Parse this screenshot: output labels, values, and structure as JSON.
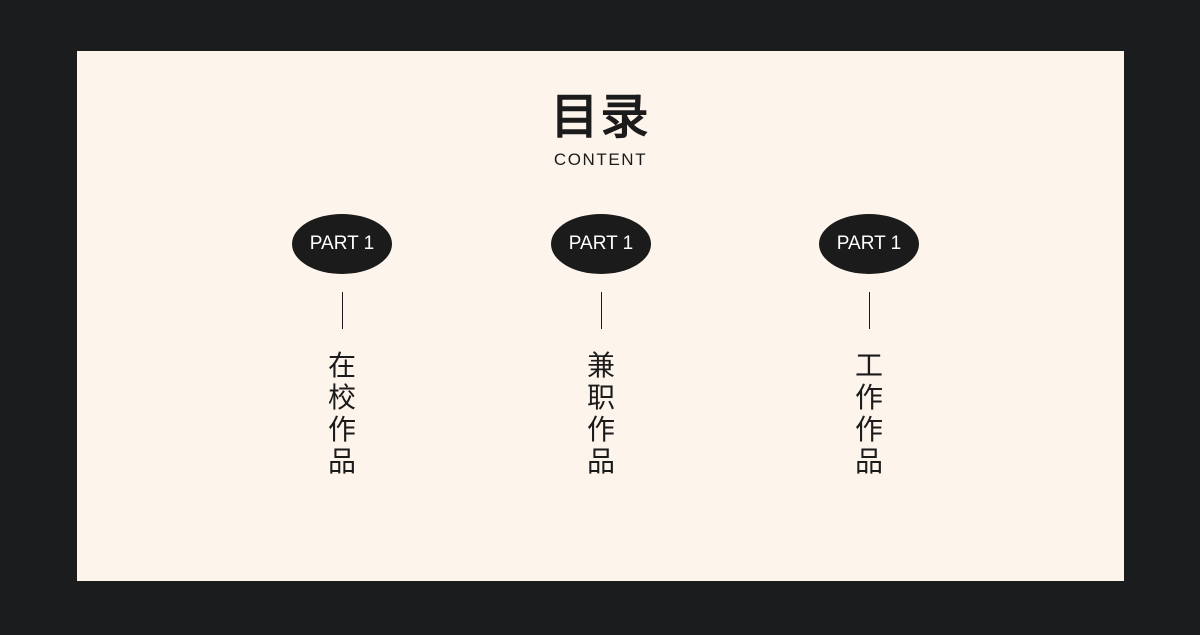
{
  "page": {
    "title": "目录",
    "subtitle": "CONTENT"
  },
  "sections": [
    {
      "part_label": "PART 1",
      "chars": [
        "在",
        "校",
        "作",
        "品"
      ]
    },
    {
      "part_label": "PART 1",
      "chars": [
        "兼",
        "职",
        "作",
        "品"
      ]
    },
    {
      "part_label": "PART 1",
      "chars": [
        "工",
        "作",
        "作",
        "品"
      ]
    }
  ],
  "colors": {
    "background": "#1b1c1e",
    "slide": "#fdf4ec",
    "ink": "#1b1b1b",
    "pill_text": "#ffffff"
  }
}
